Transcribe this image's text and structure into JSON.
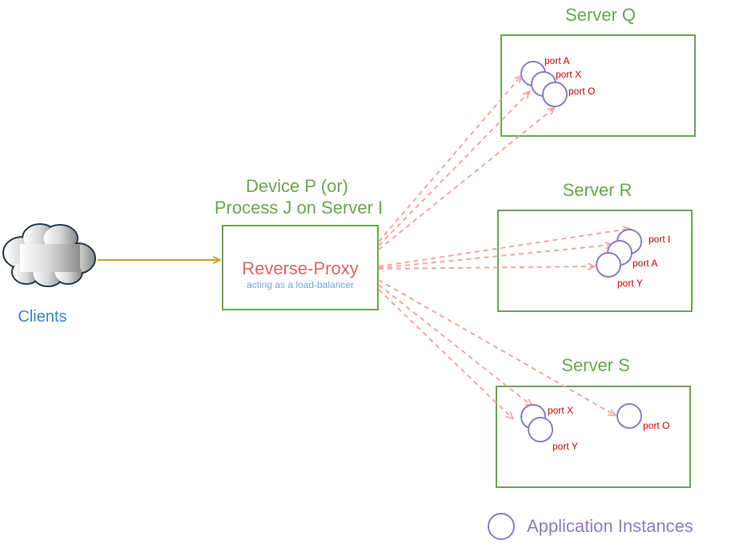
{
  "colors": {
    "server_green": "#6aa84f",
    "proxy_red": "#e06666",
    "sublabel_blue": "#6fa8dc",
    "clients_blue": "#3d85c6",
    "instance_purple": "#8e7cc3",
    "port_red": "#cc0000",
    "connection_pink": "#f4a6a6",
    "client_link": "#c9a227"
  },
  "clients": {
    "label": "Clients",
    "icon": "cloud-icon"
  },
  "proxy": {
    "title_line1": "Device P (or)",
    "title_line2": "Process J on Server I",
    "label": "Reverse-Proxy",
    "sublabel": "acting as a load-balancer"
  },
  "servers": [
    {
      "name": "Server Q",
      "ports": [
        "port A",
        "port X",
        "port O"
      ]
    },
    {
      "name": "Server R",
      "ports": [
        "port I",
        "port A",
        "port Y"
      ]
    },
    {
      "name": "Server S",
      "ports": [
        "port X",
        "port Y",
        "port O"
      ]
    }
  ],
  "legend": {
    "label": "Application Instances",
    "icon": "instance-circle-icon"
  }
}
